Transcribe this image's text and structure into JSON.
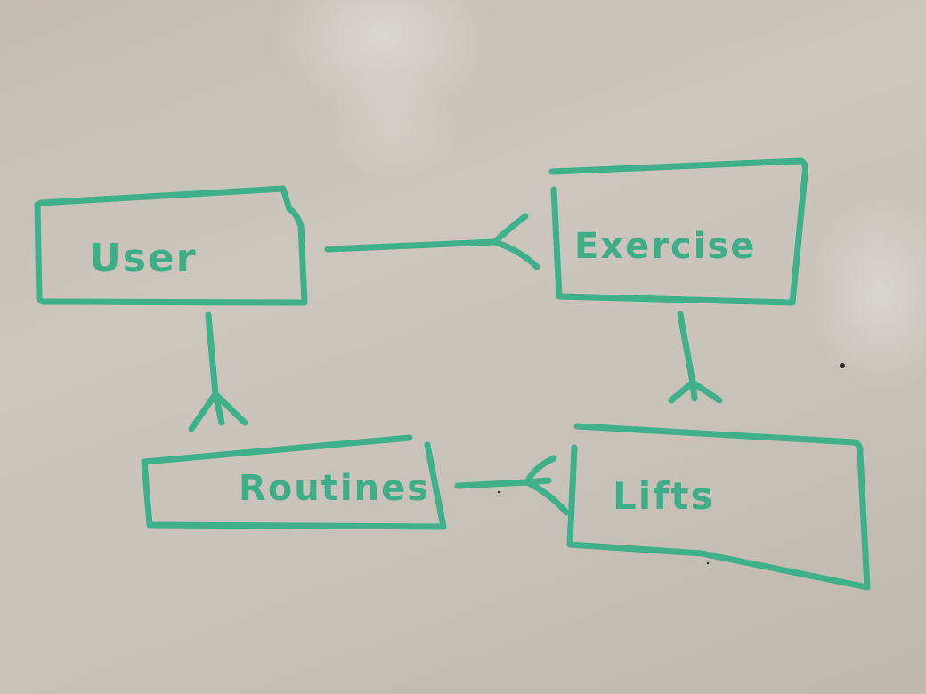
{
  "diagram": {
    "type": "entity-relationship",
    "medium": "whiteboard photo",
    "ink_color": "#3fb08a",
    "board_color": "#c7c0b8",
    "entities": [
      {
        "id": "user",
        "label": "User"
      },
      {
        "id": "exercise",
        "label": "Exercise"
      },
      {
        "id": "routines",
        "label": "Routines"
      },
      {
        "id": "lifts",
        "label": "Lifts"
      }
    ],
    "relationships": [
      {
        "from": "user",
        "to": "exercise",
        "cardinality": "one-to-many",
        "crowfoot_at": "exercise"
      },
      {
        "from": "user",
        "to": "routines",
        "cardinality": "one-to-many",
        "crowfoot_at": "routines"
      },
      {
        "from": "exercise",
        "to": "lifts",
        "cardinality": "one-to-many",
        "crowfoot_at": "lifts"
      },
      {
        "from": "routines",
        "to": "lifts",
        "cardinality": "one-to-many",
        "crowfoot_at": "lifts"
      }
    ]
  }
}
